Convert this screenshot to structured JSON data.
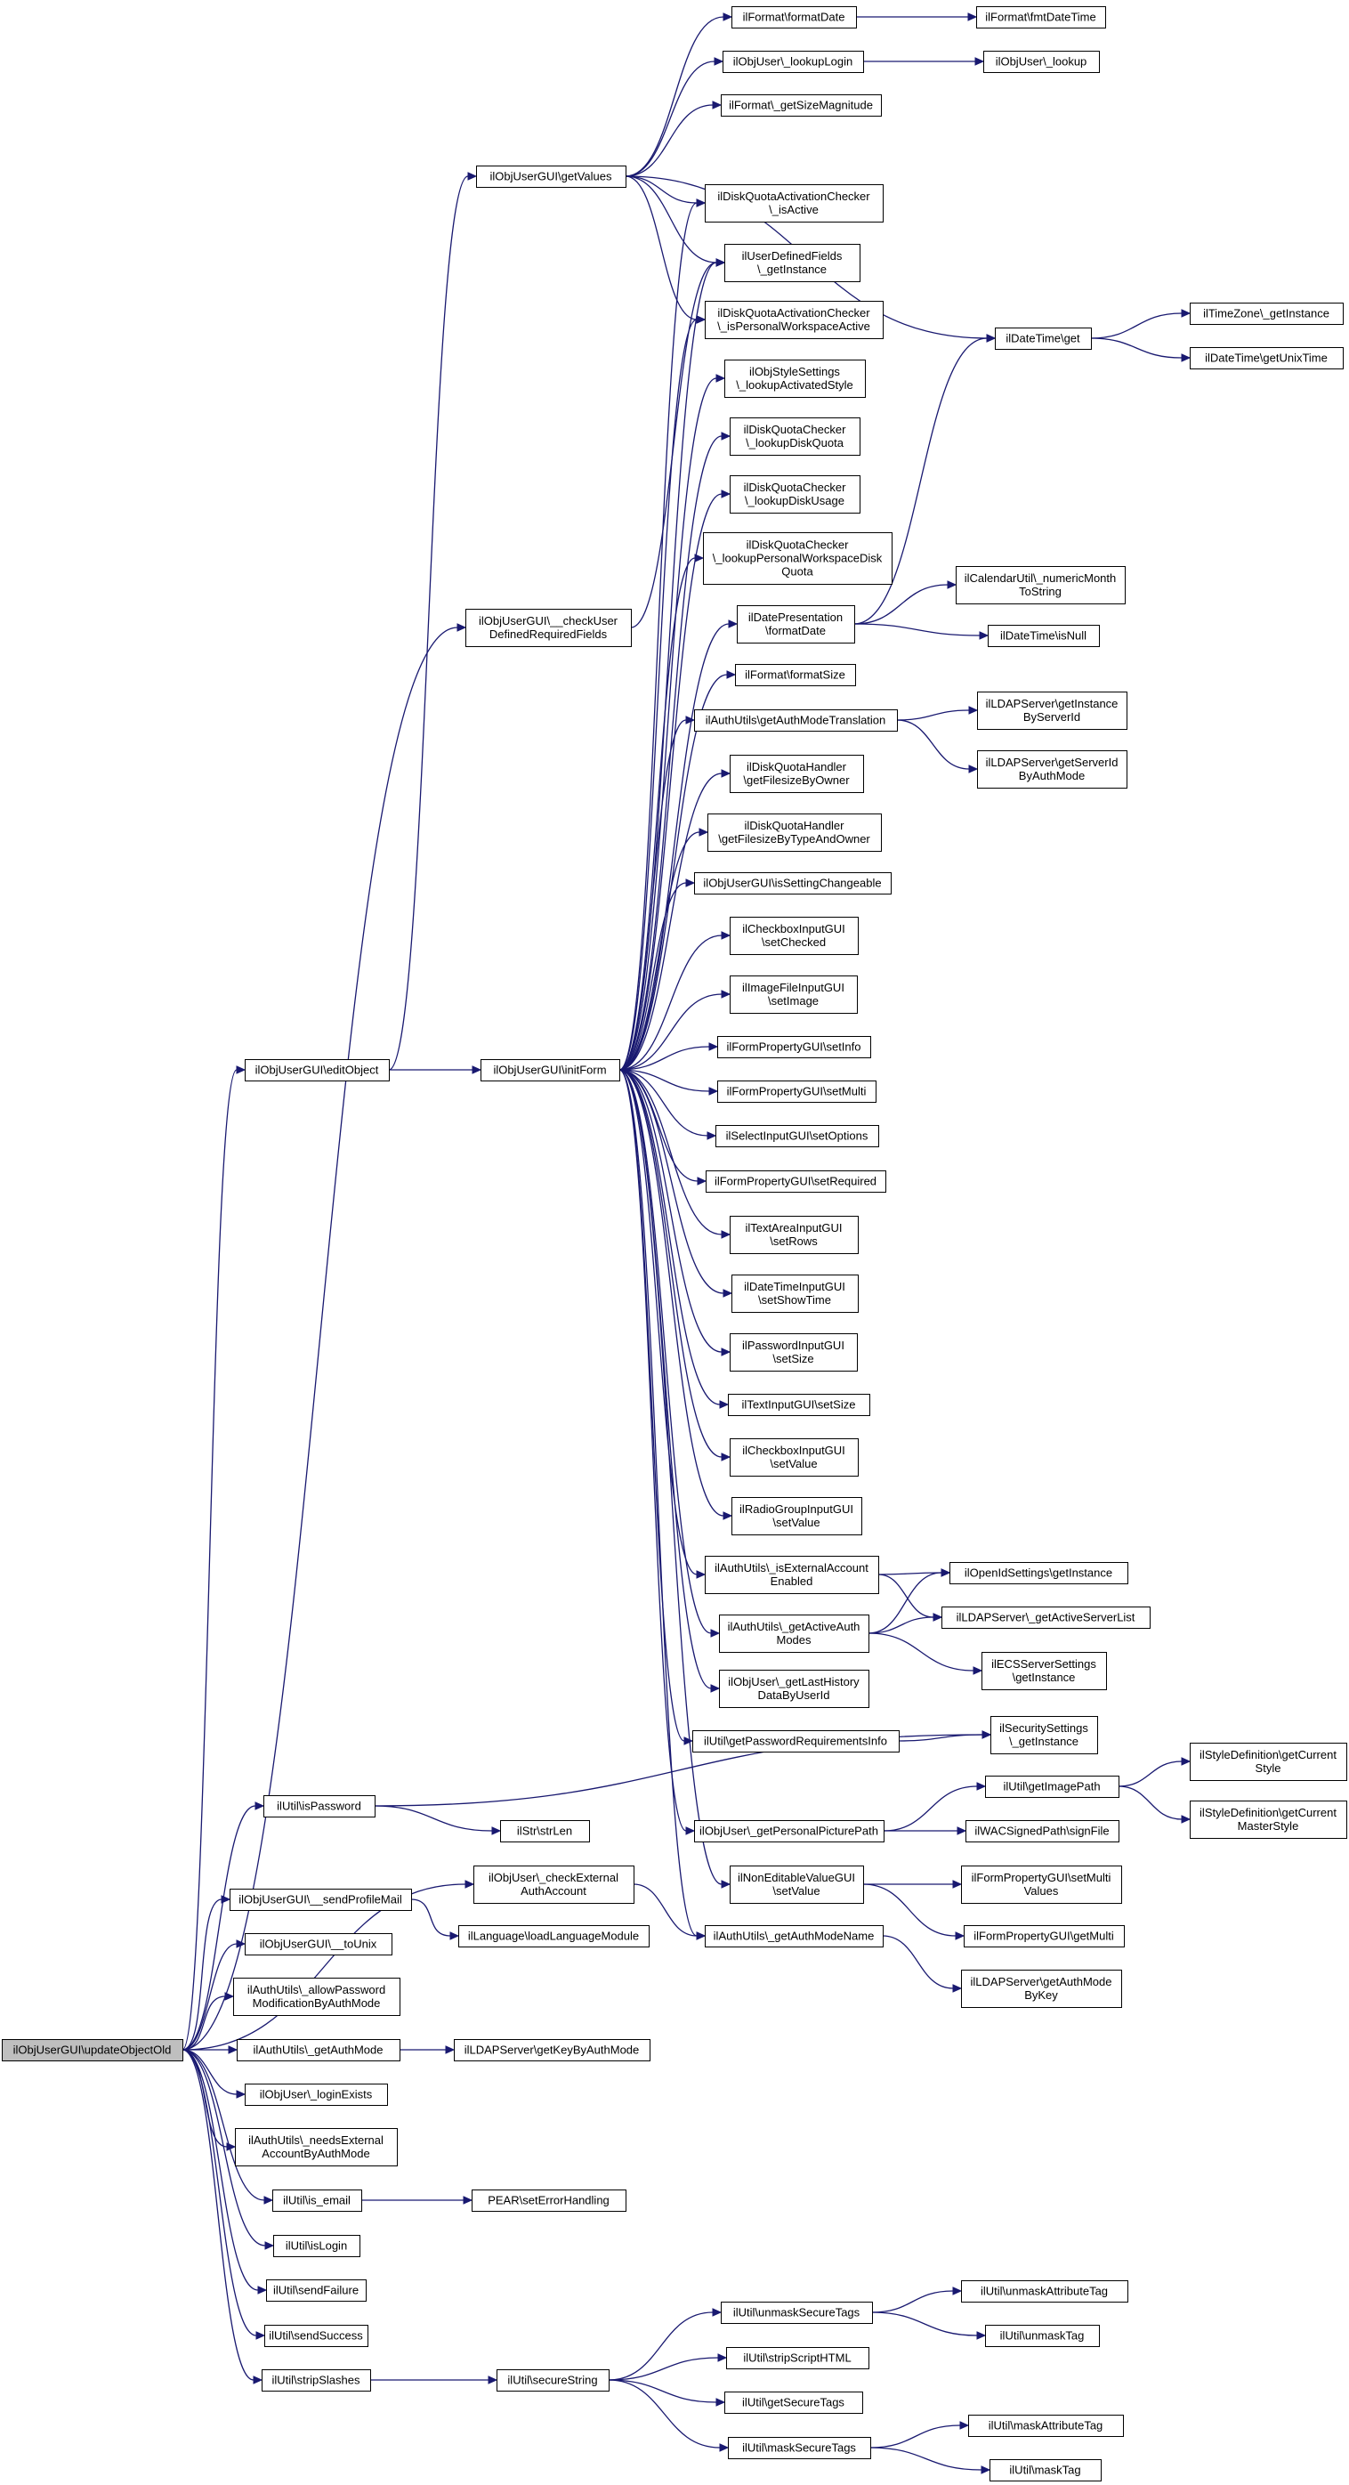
{
  "diagram": {
    "title": "",
    "colors": {
      "edge": "#191970",
      "node_border": "#000000",
      "node_fill": "#ffffff",
      "root_fill": "#bfbfbf"
    },
    "nodes": [
      {
        "id": "root",
        "lines": [
          "ilObjUserGUI\\updateObjectOld"
        ]
      },
      {
        "id": "editObject",
        "lines": [
          "ilObjUserGUI\\editObject"
        ]
      },
      {
        "id": "getValues",
        "lines": [
          "ilObjUserGUI\\getValues"
        ]
      },
      {
        "id": "checkUserDef",
        "lines": [
          "ilObjUserGUI\\__checkUser",
          "DefinedRequiredFields"
        ]
      },
      {
        "id": "initForm",
        "lines": [
          "ilObjUserGUI\\initForm"
        ]
      },
      {
        "id": "formatDate",
        "lines": [
          "ilFormat\\formatDate"
        ]
      },
      {
        "id": "fmtDateTime",
        "lines": [
          "ilFormat\\fmtDateTime"
        ]
      },
      {
        "id": "lookupLogin",
        "lines": [
          "ilObjUser\\_lookupLogin"
        ]
      },
      {
        "id": "lookup",
        "lines": [
          "ilObjUser\\_lookup"
        ]
      },
      {
        "id": "getSizeMag",
        "lines": [
          "ilFormat\\_getSizeMagnitude"
        ]
      },
      {
        "id": "dqIsActive",
        "lines": [
          "ilDiskQuotaActivationChecker",
          "\\_isActive"
        ]
      },
      {
        "id": "udfGetInstance",
        "lines": [
          "ilUserDefinedFields",
          "\\_getInstance"
        ]
      },
      {
        "id": "dqPersonal",
        "lines": [
          "ilDiskQuotaActivationChecker",
          "\\_isPersonalWorkspaceActive"
        ]
      },
      {
        "id": "styleLookup",
        "lines": [
          "ilObjStyleSettings",
          "\\_lookupActivatedStyle"
        ]
      },
      {
        "id": "dqLookupQuota",
        "lines": [
          "ilDiskQuotaChecker",
          "\\_lookupDiskQuota"
        ]
      },
      {
        "id": "dqLookupUsage",
        "lines": [
          "ilDiskQuotaChecker",
          "\\_lookupDiskUsage"
        ]
      },
      {
        "id": "dqLookupPWQ",
        "lines": [
          "ilDiskQuotaChecker",
          "\\_lookupPersonalWorkspaceDisk",
          "Quota"
        ]
      },
      {
        "id": "datePresFormat",
        "lines": [
          "ilDatePresentation",
          "\\formatDate"
        ]
      },
      {
        "id": "formatSize",
        "lines": [
          "ilFormat\\formatSize"
        ]
      },
      {
        "id": "authModeTrans",
        "lines": [
          "ilAuthUtils\\getAuthModeTranslation"
        ]
      },
      {
        "id": "dqhFilesizeOwner",
        "lines": [
          "ilDiskQuotaHandler",
          "\\getFilesizeByOwner"
        ]
      },
      {
        "id": "dqhFilesizeType",
        "lines": [
          "ilDiskQuotaHandler",
          "\\getFilesizeByTypeAndOwner"
        ]
      },
      {
        "id": "isSettingChangeable",
        "lines": [
          "ilObjUserGUI\\isSettingChangeable"
        ]
      },
      {
        "id": "cbSetChecked",
        "lines": [
          "ilCheckboxInputGUI",
          "\\setChecked"
        ]
      },
      {
        "id": "imgSetImage",
        "lines": [
          "ilImageFileInputGUI",
          "\\setImage"
        ]
      },
      {
        "id": "fpSetInfo",
        "lines": [
          "ilFormPropertyGUI\\setInfo"
        ]
      },
      {
        "id": "fpSetMulti",
        "lines": [
          "ilFormPropertyGUI\\setMulti"
        ]
      },
      {
        "id": "selSetOptions",
        "lines": [
          "ilSelectInputGUI\\setOptions"
        ]
      },
      {
        "id": "fpSetRequired",
        "lines": [
          "ilFormPropertyGUI\\setRequired"
        ]
      },
      {
        "id": "taSetRows",
        "lines": [
          "ilTextAreaInputGUI",
          "\\setRows"
        ]
      },
      {
        "id": "dtSetShowTime",
        "lines": [
          "ilDateTimeInputGUI",
          "\\setShowTime"
        ]
      },
      {
        "id": "pwSetSize",
        "lines": [
          "ilPasswordInputGUI",
          "\\setSize"
        ]
      },
      {
        "id": "txtSetSize",
        "lines": [
          "ilTextInputGUI\\setSize"
        ]
      },
      {
        "id": "cbSetValue",
        "lines": [
          "ilCheckboxInputGUI",
          "\\setValue"
        ]
      },
      {
        "id": "rgSetValue",
        "lines": [
          "ilRadioGroupInputGUI",
          "\\setValue"
        ]
      },
      {
        "id": "isExtAcc",
        "lines": [
          "ilAuthUtils\\_isExternalAccount",
          "Enabled"
        ]
      },
      {
        "id": "getActiveAuth",
        "lines": [
          "ilAuthUtils\\_getActiveAuth",
          "Modes"
        ]
      },
      {
        "id": "lastHistory",
        "lines": [
          "ilObjUser\\_getLastHistory",
          "DataByUserId"
        ]
      },
      {
        "id": "pwReqInfo",
        "lines": [
          "ilUtil\\getPasswordRequirementsInfo"
        ]
      },
      {
        "id": "personalPic",
        "lines": [
          "ilObjUser\\_getPersonalPicturePath"
        ]
      },
      {
        "id": "nevSetValue",
        "lines": [
          "ilNonEditableValueGUI",
          "\\setValue"
        ]
      },
      {
        "id": "getAuthModeName",
        "lines": [
          "ilAuthUtils\\_getAuthModeName"
        ]
      },
      {
        "id": "dtGet",
        "lines": [
          "ilDateTime\\get"
        ]
      },
      {
        "id": "tzGetInstance",
        "lines": [
          "ilTimeZone\\_getInstance"
        ]
      },
      {
        "id": "dtGetUnix",
        "lines": [
          "ilDateTime\\getUnixTime"
        ]
      },
      {
        "id": "calNumMonth",
        "lines": [
          "ilCalendarUtil\\_numericMonth",
          "ToString"
        ]
      },
      {
        "id": "dtIsNull",
        "lines": [
          "ilDateTime\\isNull"
        ]
      },
      {
        "id": "ldapGetInstById",
        "lines": [
          "ilLDAPServer\\getInstance",
          "ByServerId"
        ]
      },
      {
        "id": "ldapGetServerIdByAuth",
        "lines": [
          "ilLDAPServer\\getServerId",
          "ByAuthMode"
        ]
      },
      {
        "id": "openIdGetInst",
        "lines": [
          "ilOpenIdSettings\\getInstance"
        ]
      },
      {
        "id": "ldapActiveList",
        "lines": [
          "ilLDAPServer\\_getActiveServerList"
        ]
      },
      {
        "id": "ecsGetInst",
        "lines": [
          "ilECSServerSettings",
          "\\getInstance"
        ]
      },
      {
        "id": "secGetInst",
        "lines": [
          "ilSecuritySettings",
          "\\_getInstance"
        ]
      },
      {
        "id": "getImagePath",
        "lines": [
          "ilUtil\\getImagePath"
        ]
      },
      {
        "id": "sdGetCurStyle",
        "lines": [
          "ilStyleDefinition\\getCurrent",
          "Style"
        ]
      },
      {
        "id": "sdGetCurMaster",
        "lines": [
          "ilStyleDefinition\\getCurrent",
          "MasterStyle"
        ]
      },
      {
        "id": "wacSign",
        "lines": [
          "ilWACSignedPath\\signFile"
        ]
      },
      {
        "id": "fpSetMultiValues",
        "lines": [
          "ilFormPropertyGUI\\setMulti",
          "Values"
        ]
      },
      {
        "id": "fpGetMulti",
        "lines": [
          "ilFormPropertyGUI\\getMulti"
        ]
      },
      {
        "id": "ldapAuthModeByKey",
        "lines": [
          "ilLDAPServer\\getAuthMode",
          "ByKey"
        ]
      },
      {
        "id": "isPassword",
        "lines": [
          "ilUtil\\isPassword"
        ]
      },
      {
        "id": "strLen",
        "lines": [
          "ilStr\\strLen"
        ]
      },
      {
        "id": "checkExtAuth",
        "lines": [
          "ilObjUser\\_checkExternal",
          "AuthAccount"
        ]
      },
      {
        "id": "sendProfileMail",
        "lines": [
          "ilObjUserGUI\\__sendProfileMail"
        ]
      },
      {
        "id": "loadLangModule",
        "lines": [
          "ilLanguage\\loadLanguageModule"
        ]
      },
      {
        "id": "toUnix",
        "lines": [
          "ilObjUserGUI\\__toUnix"
        ]
      },
      {
        "id": "allowPwMod",
        "lines": [
          "ilAuthUtils\\_allowPassword",
          "ModificationByAuthMode"
        ]
      },
      {
        "id": "getAuthMode",
        "lines": [
          "ilAuthUtils\\_getAuthMode"
        ]
      },
      {
        "id": "ldapKeyByAuth",
        "lines": [
          "ilLDAPServer\\getKeyByAuthMode"
        ]
      },
      {
        "id": "loginExists",
        "lines": [
          "ilObjUser\\_loginExists"
        ]
      },
      {
        "id": "needsExtAcc",
        "lines": [
          "ilAuthUtils\\_needsExternal",
          "AccountByAuthMode"
        ]
      },
      {
        "id": "isEmail",
        "lines": [
          "ilUtil\\is_email"
        ]
      },
      {
        "id": "pearErr",
        "lines": [
          "PEAR\\setErrorHandling"
        ]
      },
      {
        "id": "isLogin",
        "lines": [
          "ilUtil\\isLogin"
        ]
      },
      {
        "id": "sendFailure",
        "lines": [
          "ilUtil\\sendFailure"
        ]
      },
      {
        "id": "sendSuccess",
        "lines": [
          "ilUtil\\sendSuccess"
        ]
      },
      {
        "id": "stripSlashes",
        "lines": [
          "ilUtil\\stripSlashes"
        ]
      },
      {
        "id": "secureString",
        "lines": [
          "ilUtil\\secureString"
        ]
      },
      {
        "id": "unmaskSecure",
        "lines": [
          "ilUtil\\unmaskSecureTags"
        ]
      },
      {
        "id": "unmaskAttr",
        "lines": [
          "ilUtil\\unmaskAttributeTag"
        ]
      },
      {
        "id": "unmaskTag",
        "lines": [
          "ilUtil\\unmaskTag"
        ]
      },
      {
        "id": "stripScript",
        "lines": [
          "ilUtil\\stripScriptHTML"
        ]
      },
      {
        "id": "getSecureTags",
        "lines": [
          "ilUtil\\getSecureTags"
        ]
      },
      {
        "id": "maskSecure",
        "lines": [
          "ilUtil\\maskSecureTags"
        ]
      },
      {
        "id": "maskAttr",
        "lines": [
          "ilUtil\\maskAttributeTag"
        ]
      },
      {
        "id": "maskTag",
        "lines": [
          "ilUtil\\maskTag"
        ]
      }
    ],
    "edges": [
      [
        "root",
        "editObject"
      ],
      [
        "root",
        "checkUserDef"
      ],
      [
        "root",
        "isPassword"
      ],
      [
        "root",
        "checkExtAuth"
      ],
      [
        "root",
        "sendProfileMail"
      ],
      [
        "root",
        "toUnix"
      ],
      [
        "root",
        "allowPwMod"
      ],
      [
        "root",
        "getAuthMode"
      ],
      [
        "root",
        "loginExists"
      ],
      [
        "root",
        "needsExtAcc"
      ],
      [
        "root",
        "isEmail"
      ],
      [
        "root",
        "isLogin"
      ],
      [
        "root",
        "sendFailure"
      ],
      [
        "root",
        "sendSuccess"
      ],
      [
        "root",
        "stripSlashes"
      ],
      [
        "editObject",
        "getValues"
      ],
      [
        "editObject",
        "initForm"
      ],
      [
        "getValues",
        "formatDate"
      ],
      [
        "getValues",
        "lookupLogin"
      ],
      [
        "getValues",
        "getSizeMag"
      ],
      [
        "getValues",
        "dqIsActive"
      ],
      [
        "getValues",
        "udfGetInstance"
      ],
      [
        "getValues",
        "dqPersonal"
      ],
      [
        "getValues",
        "dtGet"
      ],
      [
        "checkUserDef",
        "udfGetInstance"
      ],
      [
        "formatDate",
        "fmtDateTime"
      ],
      [
        "lookupLogin",
        "lookup"
      ],
      [
        "initForm",
        "dqIsActive"
      ],
      [
        "initForm",
        "udfGetInstance"
      ],
      [
        "initForm",
        "dqPersonal"
      ],
      [
        "initForm",
        "styleLookup"
      ],
      [
        "initForm",
        "dqLookupQuota"
      ],
      [
        "initForm",
        "dqLookupUsage"
      ],
      [
        "initForm",
        "dqLookupPWQ"
      ],
      [
        "initForm",
        "datePresFormat"
      ],
      [
        "initForm",
        "formatSize"
      ],
      [
        "initForm",
        "authModeTrans"
      ],
      [
        "initForm",
        "dqhFilesizeOwner"
      ],
      [
        "initForm",
        "dqhFilesizeType"
      ],
      [
        "initForm",
        "isSettingChangeable"
      ],
      [
        "initForm",
        "cbSetChecked"
      ],
      [
        "initForm",
        "imgSetImage"
      ],
      [
        "initForm",
        "fpSetInfo"
      ],
      [
        "initForm",
        "fpSetMulti"
      ],
      [
        "initForm",
        "selSetOptions"
      ],
      [
        "initForm",
        "fpSetRequired"
      ],
      [
        "initForm",
        "taSetRows"
      ],
      [
        "initForm",
        "dtSetShowTime"
      ],
      [
        "initForm",
        "pwSetSize"
      ],
      [
        "initForm",
        "txtSetSize"
      ],
      [
        "initForm",
        "cbSetValue"
      ],
      [
        "initForm",
        "rgSetValue"
      ],
      [
        "initForm",
        "isExtAcc"
      ],
      [
        "initForm",
        "getActiveAuth"
      ],
      [
        "initForm",
        "lastHistory"
      ],
      [
        "initForm",
        "pwReqInfo"
      ],
      [
        "initForm",
        "personalPic"
      ],
      [
        "initForm",
        "nevSetValue"
      ],
      [
        "initForm",
        "getAuthModeName"
      ],
      [
        "datePresFormat",
        "dtGet"
      ],
      [
        "datePresFormat",
        "calNumMonth"
      ],
      [
        "datePresFormat",
        "dtIsNull"
      ],
      [
        "dtGet",
        "tzGetInstance"
      ],
      [
        "dtGet",
        "dtGetUnix"
      ],
      [
        "authModeTrans",
        "ldapGetInstById"
      ],
      [
        "authModeTrans",
        "ldapGetServerIdByAuth"
      ],
      [
        "isExtAcc",
        "openIdGetInst"
      ],
      [
        "isExtAcc",
        "ldapActiveList"
      ],
      [
        "getActiveAuth",
        "openIdGetInst"
      ],
      [
        "getActiveAuth",
        "ldapActiveList"
      ],
      [
        "getActiveAuth",
        "ecsGetInst"
      ],
      [
        "pwReqInfo",
        "secGetInst"
      ],
      [
        "personalPic",
        "getImagePath"
      ],
      [
        "personalPic",
        "wacSign"
      ],
      [
        "getImagePath",
        "sdGetCurStyle"
      ],
      [
        "getImagePath",
        "sdGetCurMaster"
      ],
      [
        "nevSetValue",
        "fpSetMultiValues"
      ],
      [
        "nevSetValue",
        "fpGetMulti"
      ],
      [
        "getAuthModeName",
        "ldapAuthModeByKey"
      ],
      [
        "isPassword",
        "secGetInst"
      ],
      [
        "isPassword",
        "strLen"
      ],
      [
        "checkExtAuth",
        "getAuthModeName"
      ],
      [
        "sendProfileMail",
        "loadLangModule"
      ],
      [
        "getAuthMode",
        "ldapKeyByAuth"
      ],
      [
        "isEmail",
        "pearErr"
      ],
      [
        "stripSlashes",
        "secureString"
      ],
      [
        "secureString",
        "unmaskSecure"
      ],
      [
        "secureString",
        "stripScript"
      ],
      [
        "secureString",
        "getSecureTags"
      ],
      [
        "secureString",
        "maskSecure"
      ],
      [
        "unmaskSecure",
        "unmaskAttr"
      ],
      [
        "unmaskSecure",
        "unmaskTag"
      ],
      [
        "maskSecure",
        "maskAttr"
      ],
      [
        "maskSecure",
        "maskTag"
      ]
    ]
  }
}
